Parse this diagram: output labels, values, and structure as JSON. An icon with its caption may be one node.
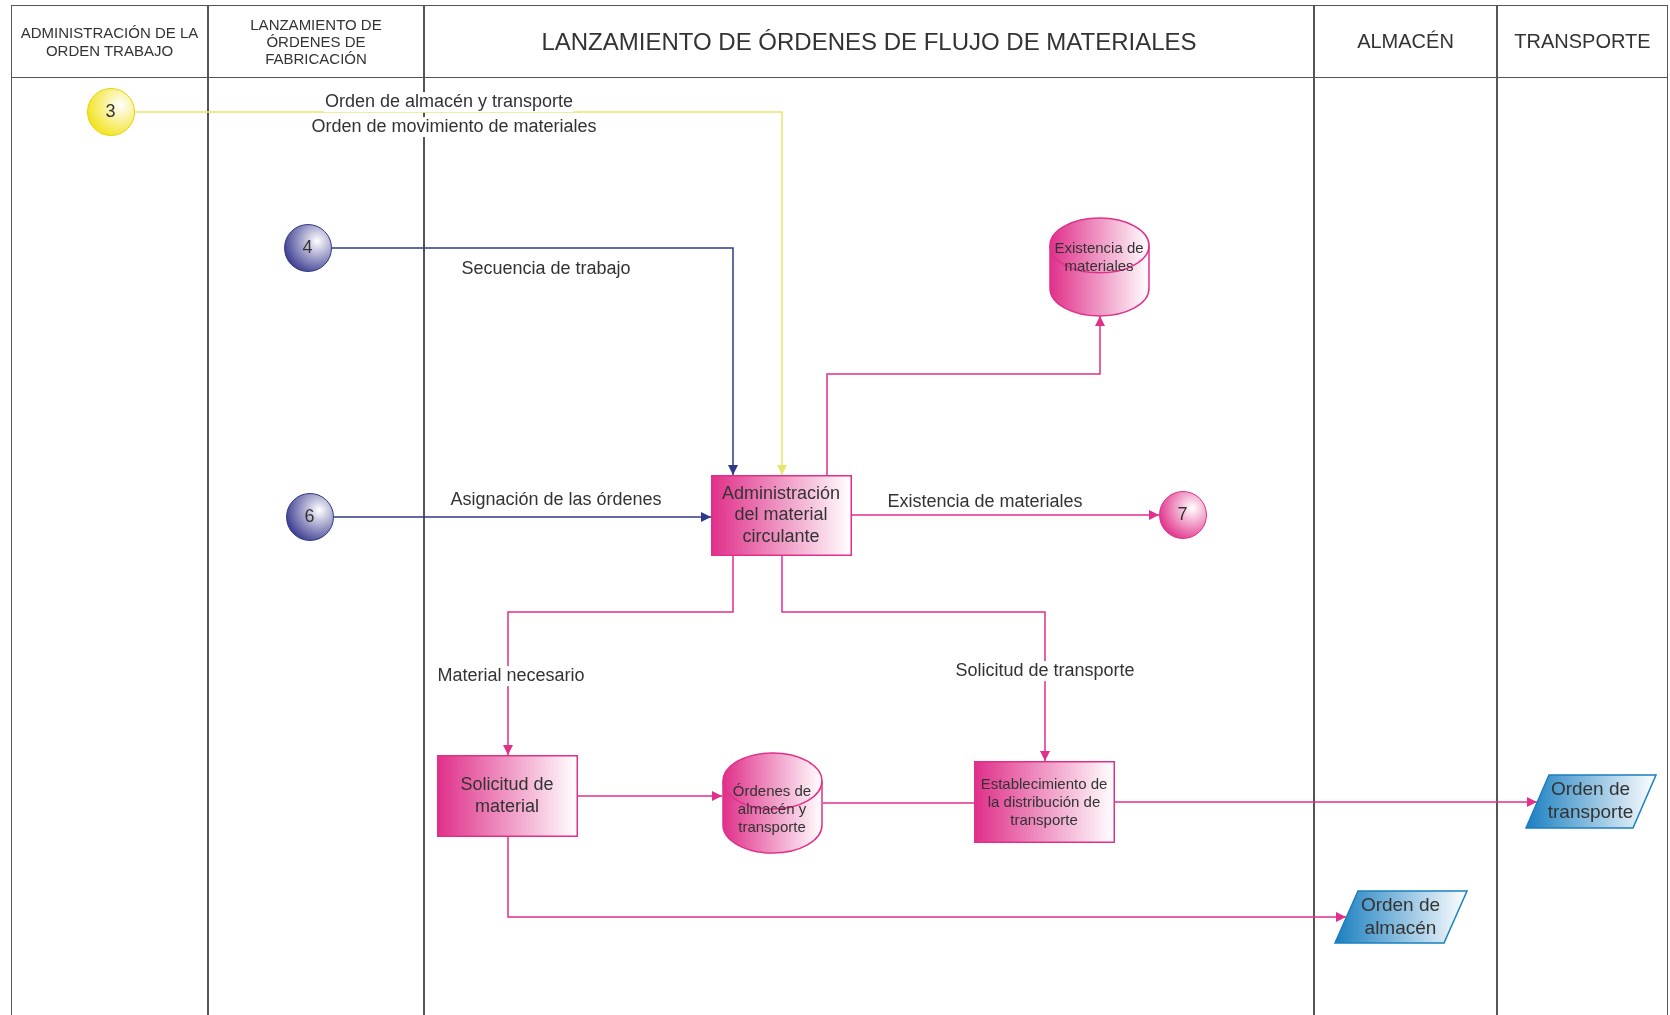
{
  "diagram": {
    "nodes": [
      {
        "text": [
          "ADMINISTRACIÓN DE LA ORDEN TRABAJO"
        ]
      },
      {
        "text": [
          "3"
        ],
        "in": 0
      },
      {
        "text": [
          "LANZAMIENTO DE ÓRDENES DE FABRICACIÓN"
        ]
      },
      {
        "text": [
          "4"
        ],
        "in": 2
      },
      {
        "text": [
          "6"
        ],
        "in": 2
      },
      {
        "text": [
          "LANZAMIENTO DE ÓRDENES DE FLUJO DE MATERIALES"
        ]
      },
      {
        "text": [
          "Existencia de materiales"
        ],
        "in": 5
      },
      {
        "text": [
          "Administración del material circulante"
        ],
        "in": 5
      },
      {
        "text": [
          "7"
        ],
        "in": 5
      },
      {
        "text": [
          "Solicitud de material"
        ],
        "in": 5
      },
      {
        "text": [
          "Órdenes de almacén y transporte"
        ],
        "in": 5
      },
      {
        "text": [
          "Establecimiento de la distribución de transporte"
        ],
        "in": 5
      },
      {
        "text": [
          "ALMACÉN"
        ]
      },
      {
        "text": [
          "Orden de almacén"
        ],
        "in": 12
      },
      {
        "text": [
          "TRANSPORTE"
        ]
      },
      {
        "text": [
          "Orden de transporte"
        ],
        "in": 14
      }
    ],
    "edges": [
      {
        "from": 1,
        "to": 7,
        "arrow": "to",
        "label": "Orden de almacén y transporte",
        "color": "#e6e66e"
      },
      {
        "from": 3,
        "to": 7,
        "arrow": "to",
        "label": "Secuencia de trabajo",
        "color": "#2e3a87"
      },
      {
        "from": 4,
        "to": 7,
        "arrow": "to",
        "label": "Asignación de las órdenes",
        "color": "#2e3a87"
      },
      {
        "from": 7,
        "to": 8,
        "arrow": "to",
        "label": "Existencia de materiales"
      },
      {
        "from": 7,
        "to": 6,
        "arrow": "to"
      },
      {
        "from": 7,
        "to": 9,
        "arrow": "to",
        "label": "Material necesario"
      },
      {
        "from": 7,
        "to": 11,
        "arrow": "to",
        "label": "Solicitud de transporte"
      },
      {
        "from": 9,
        "to": 10,
        "arrow": "to"
      },
      {
        "from": 10,
        "to": 11,
        "arrow": "none"
      },
      {
        "from": 11,
        "to": 15,
        "arrow": "to"
      },
      {
        "from": 9,
        "to": 13,
        "arrow": "to"
      }
    ],
    "labels": [
      "Orden de movimiento de materiales"
    ]
  }
}
